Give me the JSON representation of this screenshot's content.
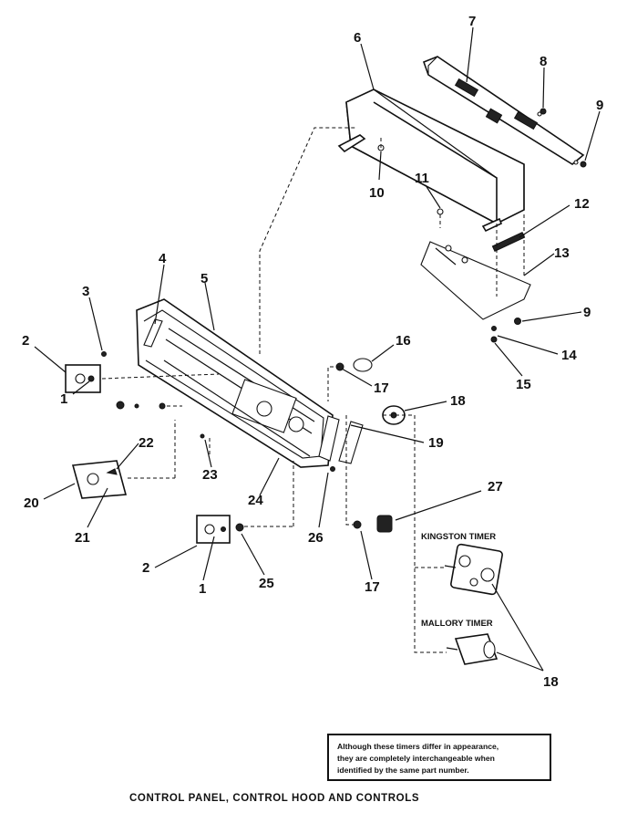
{
  "caption": "CONTROL PANEL, CONTROL HOOD AND CONTROLS",
  "note_lines": [
    "Although these timers differ in appearance,",
    "they are completely interchangeable when",
    "identified by the same part number."
  ],
  "timer_labels": {
    "kingston": "KINGSTON TIMER",
    "mallory": "MALLORY TIMER"
  },
  "callouts": [
    {
      "id": "c7",
      "text": "7"
    },
    {
      "id": "c6",
      "text": "6"
    },
    {
      "id": "c8",
      "text": "8"
    },
    {
      "id": "c9a",
      "text": "9"
    },
    {
      "id": "c10",
      "text": "10"
    },
    {
      "id": "c11",
      "text": "11"
    },
    {
      "id": "c12",
      "text": "12"
    },
    {
      "id": "c13",
      "text": "13"
    },
    {
      "id": "c4",
      "text": "4"
    },
    {
      "id": "c5",
      "text": "5"
    },
    {
      "id": "c3",
      "text": "3"
    },
    {
      "id": "c9b",
      "text": "9"
    },
    {
      "id": "c14",
      "text": "14"
    },
    {
      "id": "c15",
      "text": "15"
    },
    {
      "id": "c2a",
      "text": "2"
    },
    {
      "id": "c16",
      "text": "16"
    },
    {
      "id": "c1a",
      "text": "1"
    },
    {
      "id": "c17a",
      "text": "17"
    },
    {
      "id": "c18a",
      "text": "18"
    },
    {
      "id": "c19",
      "text": "19"
    },
    {
      "id": "c22",
      "text": "22"
    },
    {
      "id": "c23",
      "text": "23"
    },
    {
      "id": "c20",
      "text": "20"
    },
    {
      "id": "c24",
      "text": "24"
    },
    {
      "id": "c21",
      "text": "21"
    },
    {
      "id": "c27",
      "text": "27"
    },
    {
      "id": "c26",
      "text": "26"
    },
    {
      "id": "c2b",
      "text": "2"
    },
    {
      "id": "c1b",
      "text": "1"
    },
    {
      "id": "c25",
      "text": "25"
    },
    {
      "id": "c17b",
      "text": "17"
    },
    {
      "id": "c18b",
      "text": "18"
    }
  ]
}
